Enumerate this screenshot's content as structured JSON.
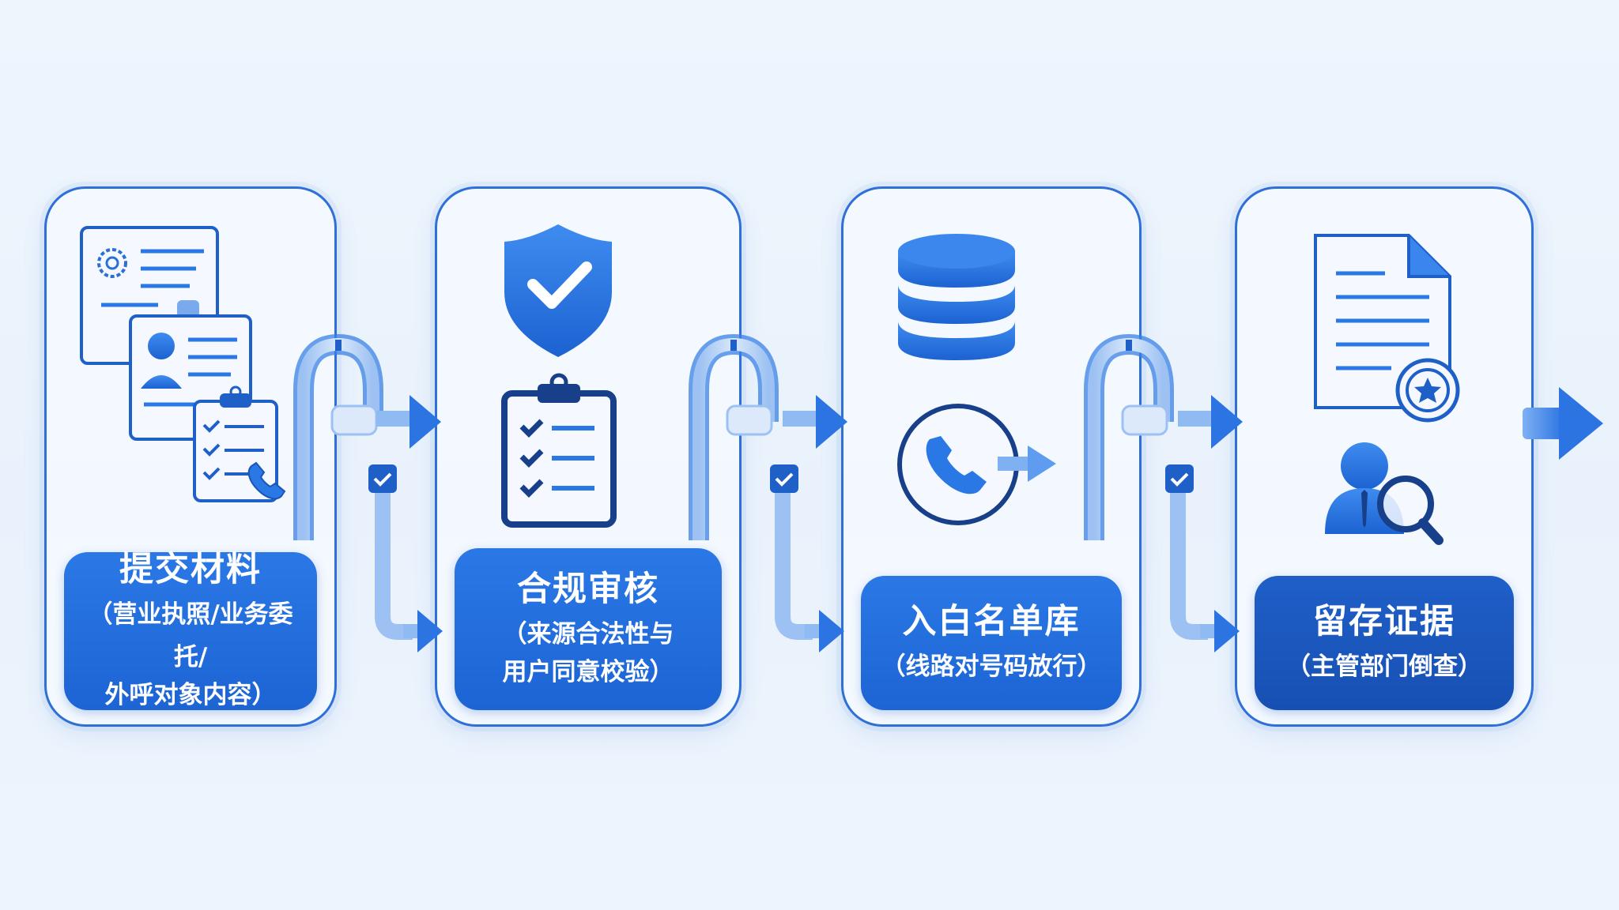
{
  "steps": [
    {
      "title": "提交材料",
      "detail_lines": [
        "（营业执照/业务委托/",
        "外呼对象内容）"
      ],
      "icons": [
        "license-document-icon",
        "id-card-icon",
        "checklist-icon",
        "phone-icon"
      ]
    },
    {
      "title": "合规审核",
      "detail_lines": [
        "（来源合法性与",
        "用户同意校验）"
      ],
      "icons": [
        "shield-check-icon",
        "clipboard-checklist-icon"
      ]
    },
    {
      "title": "入白名单库",
      "detail_lines": [
        "（线路对号码放行）"
      ],
      "icons": [
        "database-icon",
        "phone-icon",
        "arrow-right-icon"
      ]
    },
    {
      "title": "留存证据",
      "detail_lines": [
        "（主管部门倒查）"
      ],
      "icons": [
        "document-seal-icon",
        "user-search-icon"
      ]
    }
  ],
  "connectors": [
    "pipe-connector",
    "pipe-connector",
    "pipe-connector"
  ],
  "final_arrow": "arrow-right-icon",
  "colors": {
    "primary": "#2a78e6",
    "dark": "#1d58c0",
    "border": "#2f6fd8",
    "light": "#a9c9f5",
    "background": "#eaf3fd"
  }
}
